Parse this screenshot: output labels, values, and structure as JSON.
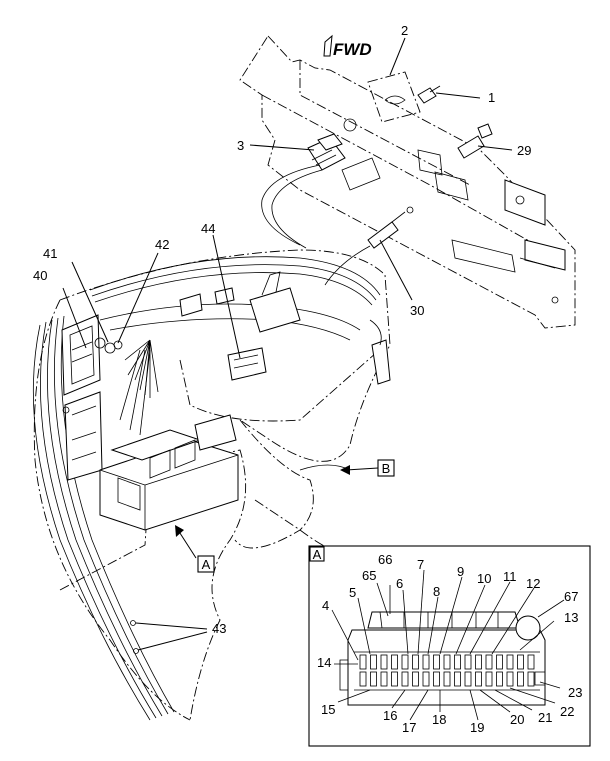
{
  "fwd_label": "FWD",
  "view_labels": {
    "a": "A",
    "b": "B",
    "inset": "A"
  },
  "callouts": [
    {
      "id": "c1",
      "text": "1"
    },
    {
      "id": "c2",
      "text": "2"
    },
    {
      "id": "c3",
      "text": "3"
    },
    {
      "id": "c29",
      "text": "29"
    },
    {
      "id": "c30",
      "text": "30"
    },
    {
      "id": "c40",
      "text": "40"
    },
    {
      "id": "c41",
      "text": "41"
    },
    {
      "id": "c42",
      "text": "42"
    },
    {
      "id": "c43",
      "text": "43"
    },
    {
      "id": "c44",
      "text": "44"
    }
  ],
  "inset_callouts": [
    {
      "id": "i4",
      "text": "4"
    },
    {
      "id": "i5",
      "text": "5"
    },
    {
      "id": "i6",
      "text": "6"
    },
    {
      "id": "i7",
      "text": "7"
    },
    {
      "id": "i8",
      "text": "8"
    },
    {
      "id": "i9",
      "text": "9"
    },
    {
      "id": "i10",
      "text": "10"
    },
    {
      "id": "i11",
      "text": "11"
    },
    {
      "id": "i12",
      "text": "12"
    },
    {
      "id": "i13",
      "text": "13"
    },
    {
      "id": "i14",
      "text": "14"
    },
    {
      "id": "i15",
      "text": "15"
    },
    {
      "id": "i16",
      "text": "16"
    },
    {
      "id": "i17",
      "text": "17"
    },
    {
      "id": "i18",
      "text": "18"
    },
    {
      "id": "i19",
      "text": "19"
    },
    {
      "id": "i20",
      "text": "20"
    },
    {
      "id": "i21",
      "text": "21"
    },
    {
      "id": "i22",
      "text": "22"
    },
    {
      "id": "i23",
      "text": "23"
    },
    {
      "id": "i65",
      "text": "65"
    },
    {
      "id": "i66",
      "text": "66"
    },
    {
      "id": "i67",
      "text": "67"
    }
  ]
}
